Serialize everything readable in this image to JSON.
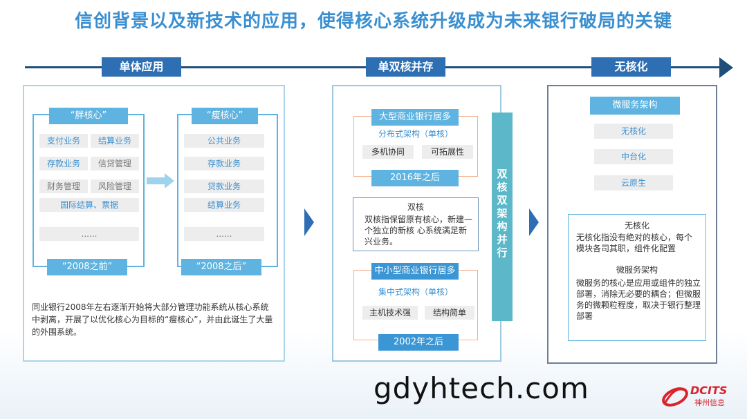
{
  "title": "信创背景以及新技术的应用，使得核心系统升级成为未来银行破局的关键",
  "stages": [
    "单体应用",
    "单双核并存",
    "无核化"
  ],
  "panel1": {
    "fat_core": {
      "label": "“胖核心”",
      "items": [
        "支付业务",
        "结算业务",
        "存款业务",
        "信贷管理",
        "财务管理",
        "风险管理",
        "国际结算、票据",
        "......"
      ],
      "tag": "“2008之前”"
    },
    "thin_core": {
      "label": "“瘦核心”",
      "items": [
        "公共业务",
        "存款业务",
        "贷款业务",
        "结算业务",
        "......"
      ],
      "tag": "“2008之后”"
    },
    "description": "同业银行2008年左右逐渐开始将大部分管理功能系统从核心系统中剥离，开展了以优化核心为目标的“瘦核心”，并由此诞生了大量的外围系统。"
  },
  "panel2": {
    "large_bank": {
      "header": "大型商业银行居多",
      "arch": "分布式架构（单核）",
      "items": [
        "多机协同",
        "可拓展性"
      ],
      "tag": "2016年之后"
    },
    "dual": {
      "title": "双核",
      "text": "双核指保留原有核心，新建一个独立的新核 心系统满足新兴业务。"
    },
    "small_bank": {
      "header": "中小型商业银行居多",
      "arch": "集中式架构（单核）",
      "items": [
        "主机技术强",
        "结构简单"
      ],
      "tag": "2002年之后"
    },
    "vertical": "双核双架构并行"
  },
  "panel3": {
    "header": "微服务架构",
    "items": [
      "无核化",
      "中台化",
      "云原生"
    ],
    "coreless_title": "无核化",
    "coreless_text": "无核化指没有绝对的核心，每个模块各司其职，组件化配置",
    "micro_title": "微服务架构",
    "micro_text": "微服务的核心是应用或组件的独立部署，消除无必要的耦合；但微服务的微颗粒程度，取决于银行整理部署"
  },
  "watermark": "gdyhtech.com",
  "logo": {
    "brand": "DCITS",
    "sub": "神州信息"
  },
  "colors": {
    "title": "#3a8fd0",
    "stage": "#2e6fb3",
    "timeline": "#1f4e79",
    "accent": "#5eb3e0",
    "vertical": "#5cb8c8",
    "logo_red": "#d9232d"
  }
}
